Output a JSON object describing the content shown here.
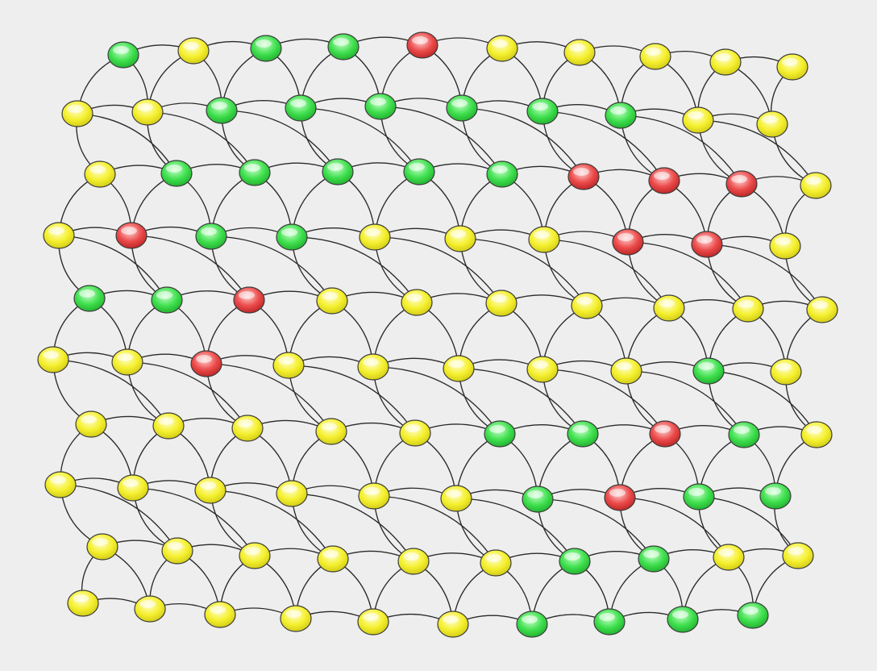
{
  "graph": {
    "type": "grid-network",
    "rows": 10,
    "columns": 10,
    "status_colors": {
      "green": "#33dd44",
      "yellow": "#f2ee2a",
      "red": "#e84747"
    },
    "node_states": [
      [
        "green",
        "yellow",
        "green",
        "green",
        "red",
        "yellow",
        "yellow",
        "yellow",
        "yellow",
        "yellow"
      ],
      [
        "yellow",
        "yellow",
        "green",
        "green",
        "green",
        "green",
        "green",
        "green",
        "yellow",
        "yellow"
      ],
      [
        "yellow",
        "green",
        "green",
        "green",
        "green",
        "green",
        "red",
        "red",
        "red",
        "yellow"
      ],
      [
        "yellow",
        "red",
        "green",
        "green",
        "yellow",
        "yellow",
        "yellow",
        "red",
        "red",
        "yellow"
      ],
      [
        "green",
        "green",
        "red",
        "yellow",
        "yellow",
        "yellow",
        "yellow",
        "yellow",
        "yellow",
        "yellow"
      ],
      [
        "yellow",
        "yellow",
        "red",
        "yellow",
        "yellow",
        "yellow",
        "yellow",
        "yellow",
        "green",
        "yellow"
      ],
      [
        "yellow",
        "yellow",
        "yellow",
        "yellow",
        "yellow",
        "green",
        "green",
        "red",
        "green",
        "yellow"
      ],
      [
        "yellow",
        "yellow",
        "yellow",
        "yellow",
        "yellow",
        "yellow",
        "green",
        "red",
        "green",
        "green"
      ],
      [
        "yellow",
        "yellow",
        "yellow",
        "yellow",
        "yellow",
        "yellow",
        "green",
        "green",
        "yellow",
        "yellow"
      ],
      [
        "yellow",
        "yellow",
        "yellow",
        "yellow",
        "yellow",
        "yellow",
        "green",
        "green",
        "green",
        "green"
      ]
    ]
  }
}
